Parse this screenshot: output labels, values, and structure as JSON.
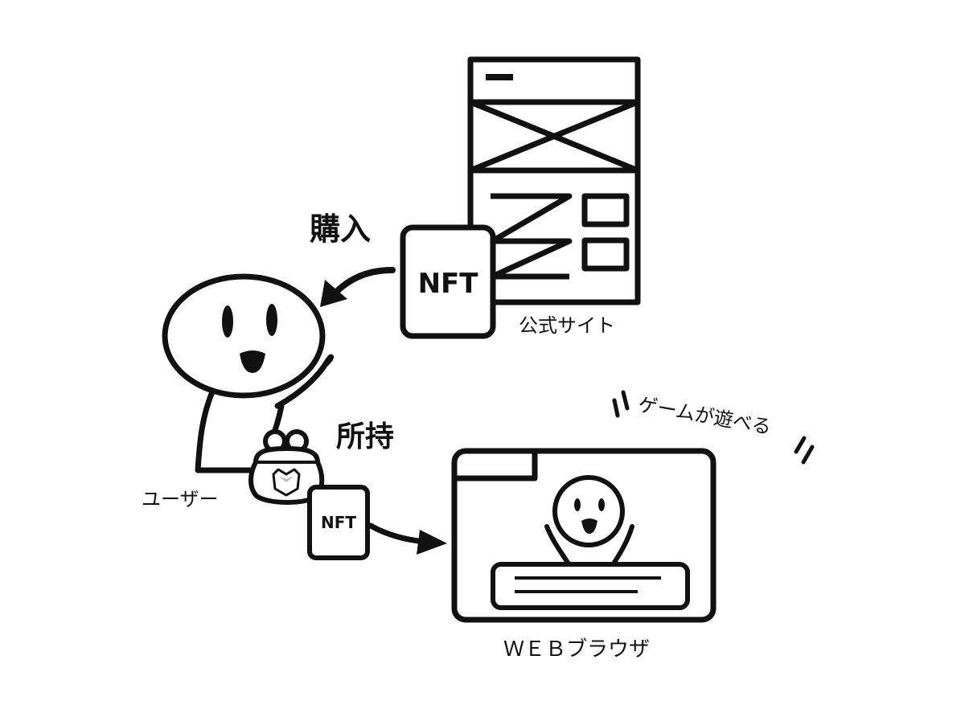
{
  "labels": {
    "purchase": "購入",
    "official_site": "公式サイト",
    "own": "所持",
    "user": "ユーザー",
    "game_playable": "ゲームが遊べる",
    "web_browser": "ＷＥＢブラウザ"
  },
  "nft_cards": {
    "large": "NFT",
    "small": "NFT"
  }
}
